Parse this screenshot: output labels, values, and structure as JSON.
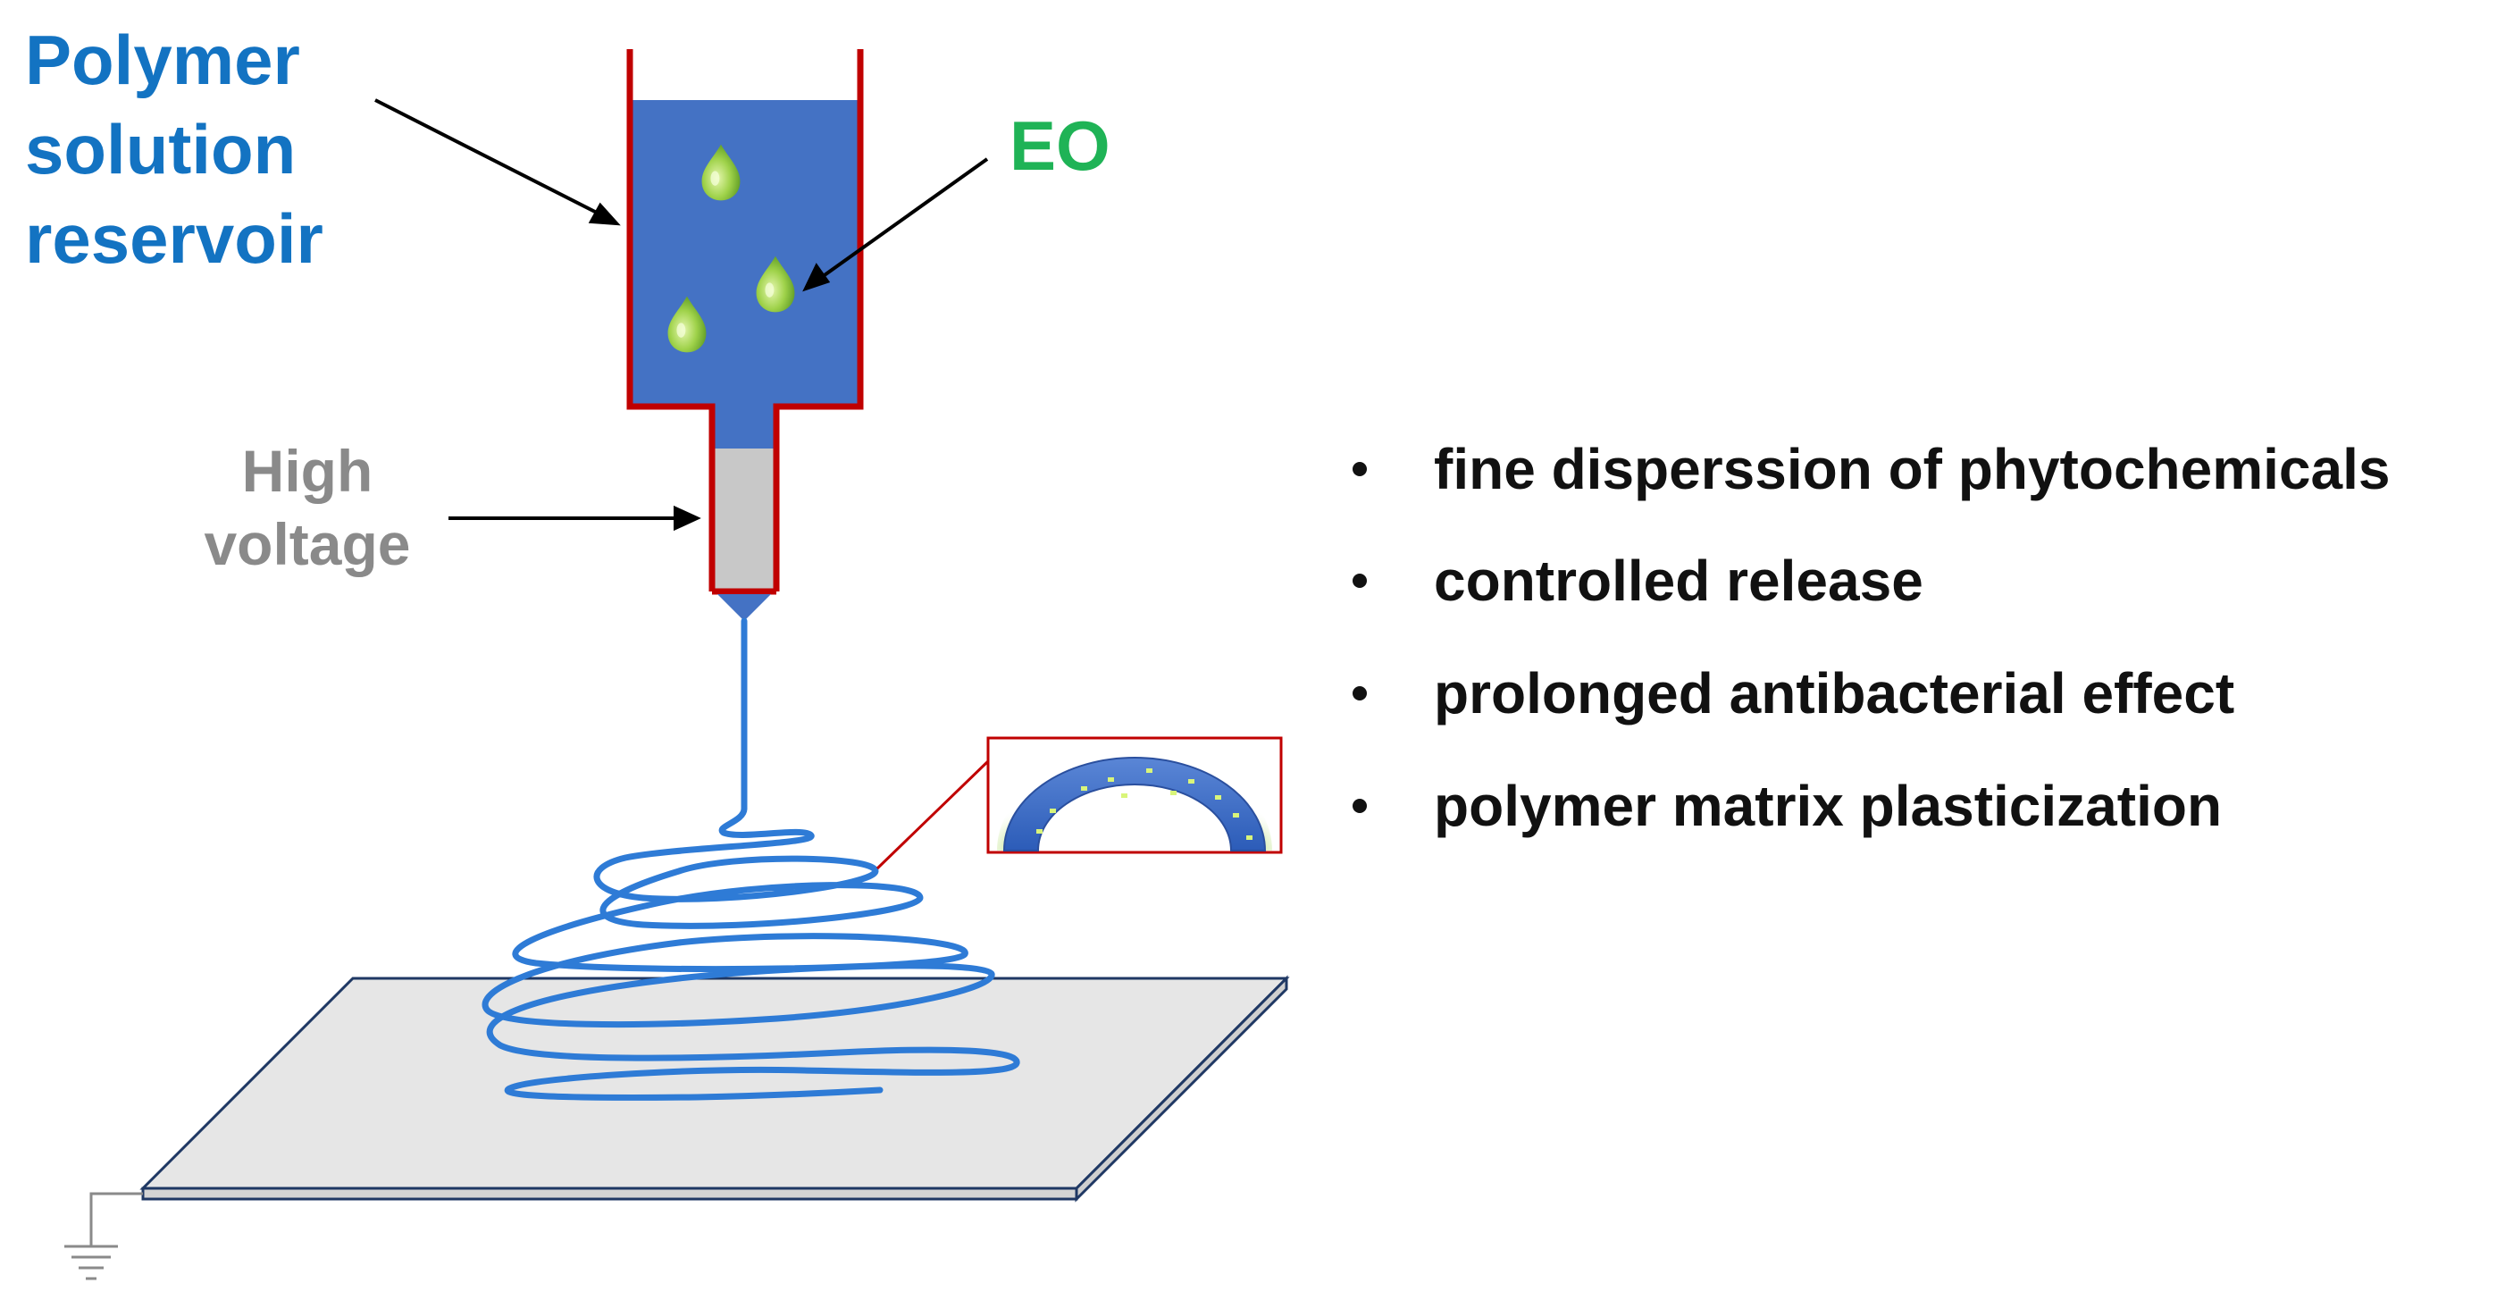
{
  "labels": {
    "reservoir_line1": "Polymer",
    "reservoir_line2": "solution",
    "reservoir_line3": "reservoir",
    "eo": "EO",
    "voltage_line1": "High",
    "voltage_line2": "voltage"
  },
  "benefits": [
    "fine disperssion of phytochemicals",
    "controlled release",
    "prolonged antibacterial effect",
    "polymer matrix plasticization"
  ],
  "colors": {
    "reservoir_fill": "#4472c4",
    "reservoir_wall": "#c00000",
    "needle_gray": "#c8c8c8",
    "fiber_blue": "#2e7bd6",
    "droplet_green": "#8cc63f",
    "label_blue": "#1373c2",
    "label_green": "#1fb356",
    "label_gray": "#8a8a8a",
    "collector_fill": "#e6e6e6",
    "collector_edge": "#1f3864"
  },
  "icons": [
    "droplet-icon",
    "ground-symbol-icon",
    "fiber-cross-section-icon"
  ]
}
